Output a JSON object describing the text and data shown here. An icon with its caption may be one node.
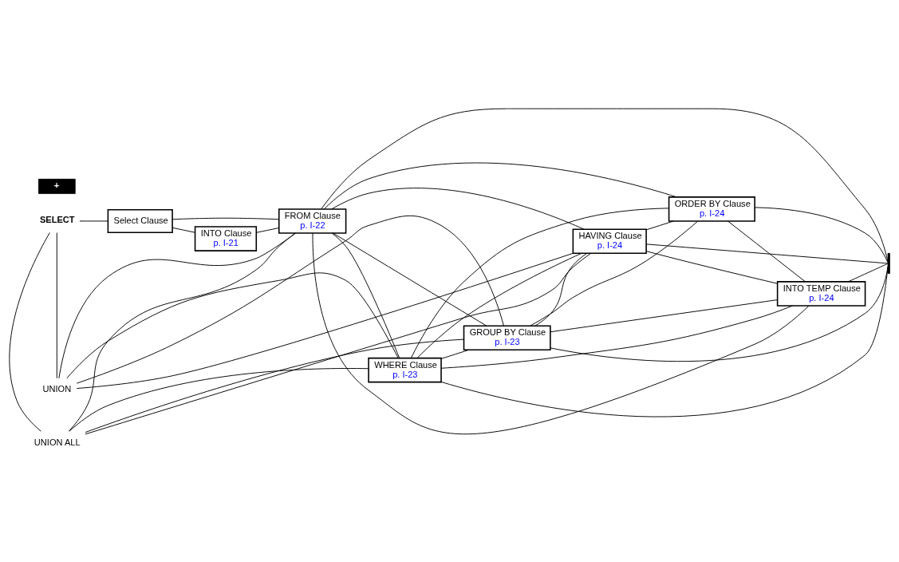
{
  "diagram": {
    "nodes": [
      {
        "text": [
          "SELECT"
        ]
      },
      {
        "text": [
          "UNION"
        ]
      },
      {
        "text": [
          "UNION ALL"
        ]
      },
      {
        "text": [
          "Select Clause"
        ]
      },
      {
        "text": [
          "INTO Clause",
          "p. I-21"
        ]
      },
      {
        "text": [
          "FROM Clause",
          "p. I-22"
        ]
      },
      {
        "text": [
          "WHERE Clause",
          "p. I-23"
        ]
      },
      {
        "text": [
          "GROUP BY Clause",
          "p. I-23"
        ]
      },
      {
        "text": [
          "HAVING Clause",
          "p. I-24"
        ]
      },
      {
        "text": [
          "ORDER BY Clause",
          "p. I-24"
        ]
      },
      {
        "text": [
          "+"
        ]
      },
      {
        "text": [
          "INTO TEMP Clause",
          "p. I-24"
        ]
      },
      {
        "text": [],
        "shape": "bar"
      }
    ],
    "edges": [
      {
        "from": 0,
        "to": 3,
        "arrow": "none"
      },
      {
        "from": 3,
        "to": 4,
        "arrow": "none"
      },
      {
        "from": 3,
        "to": 5,
        "arrow": "none"
      },
      {
        "from": 4,
        "to": 5,
        "arrow": "none"
      },
      {
        "from": 5,
        "to": 6,
        "arrow": "none"
      },
      {
        "from": 5,
        "to": 7,
        "arrow": "none"
      },
      {
        "from": 5,
        "to": 8,
        "arrow": "none"
      },
      {
        "from": 5,
        "to": 9,
        "arrow": "none"
      },
      {
        "from": 5,
        "to": 11,
        "arrow": "none"
      },
      {
        "from": 5,
        "to": 1,
        "arrow": "none"
      },
      {
        "from": 5,
        "to": 2,
        "arrow": "none"
      },
      {
        "from": 5,
        "to": 12,
        "arrow": "none"
      },
      {
        "from": 6,
        "to": 7,
        "arrow": "none"
      },
      {
        "from": 6,
        "to": 8,
        "arrow": "none"
      },
      {
        "from": 6,
        "to": 9,
        "arrow": "none"
      },
      {
        "from": 6,
        "to": 11,
        "arrow": "none"
      },
      {
        "from": 6,
        "to": 1,
        "arrow": "none"
      },
      {
        "from": 6,
        "to": 2,
        "arrow": "none"
      },
      {
        "from": 6,
        "to": 12,
        "arrow": "none"
      },
      {
        "from": 7,
        "to": 8,
        "arrow": "none"
      },
      {
        "from": 7,
        "to": 9,
        "arrow": "none"
      },
      {
        "from": 7,
        "to": 11,
        "arrow": "none"
      },
      {
        "from": 7,
        "to": 1,
        "arrow": "none"
      },
      {
        "from": 7,
        "to": 2,
        "arrow": "none"
      },
      {
        "from": 7,
        "to": 12,
        "arrow": "none"
      },
      {
        "from": 8,
        "to": 9,
        "arrow": "none"
      },
      {
        "from": 8,
        "to": 11,
        "arrow": "none"
      },
      {
        "from": 8,
        "to": 1,
        "arrow": "none"
      },
      {
        "from": 8,
        "to": 2,
        "arrow": "none"
      },
      {
        "from": 8,
        "to": 12,
        "arrow": "none"
      },
      {
        "from": 9,
        "to": 11,
        "arrow": "none"
      },
      {
        "from": 9,
        "to": 12,
        "arrow": "none"
      },
      {
        "from": 11,
        "to": 12,
        "arrow": "none"
      },
      {
        "from": 1,
        "to": 0,
        "arrow": "none"
      },
      {
        "from": 2,
        "to": 0,
        "arrow": "none"
      }
    ]
  }
}
